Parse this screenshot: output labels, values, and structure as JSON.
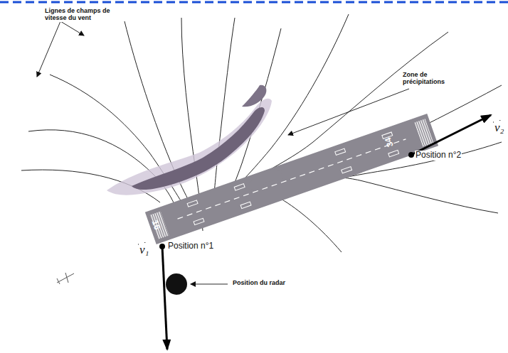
{
  "diagram": {
    "labels": [
      "Lignes de champs de vitesse du vent",
      "Zone de précipitations",
      "34",
      "v₂",
      "Position n°2",
      "16",
      "Position n°1",
      "v₁",
      "Position du radar"
    ]
  }
}
